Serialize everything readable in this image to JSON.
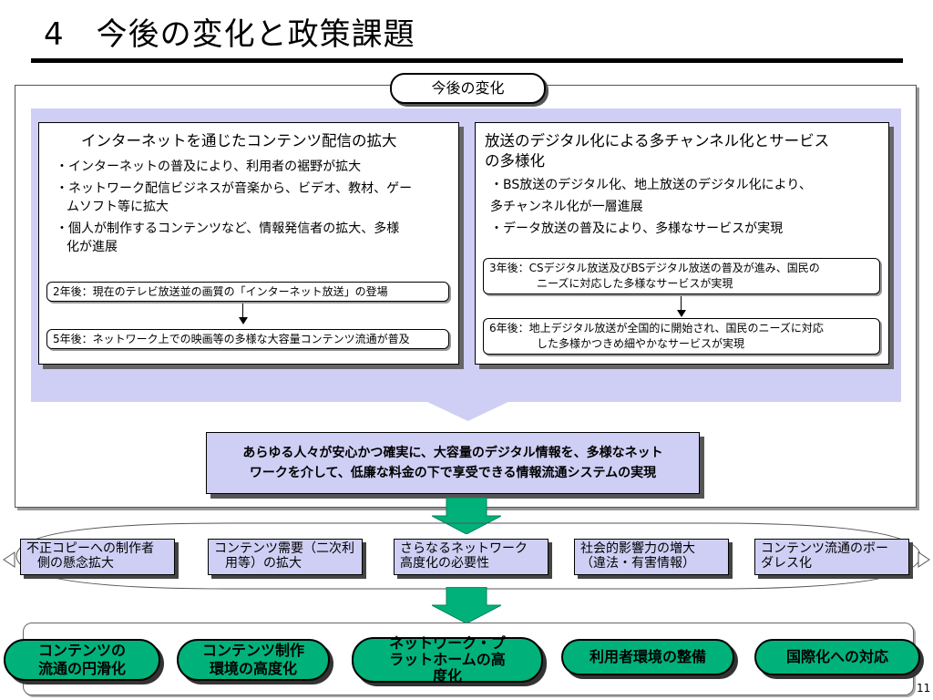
{
  "title": "4　今後の変化と政策課題",
  "future_label": "今後の変化",
  "left_panel": {
    "title": "インターネットを通じたコンテンツ配信の拡大",
    "bullets": [
      "・インターネットの普及により、利用者の裾野が拡大",
      "・ネットワーク配信ビジネスが音楽から、ビデオ、教材、ゲー",
      "ムソフト等に拡大",
      "・個人が制作するコンテンツなど、情報発信者の拡大、多様",
      "化が進展"
    ],
    "step1": "2年後：現在のテレビ放送並の画質の「インターネット放送」の登場",
    "step2": "5年後：ネットワーク上での映画等の多様な大容量コンテンツ流通が普及"
  },
  "right_panel": {
    "title_line1": "放送のデジタル化による多チャンネル化とサービス",
    "title_line2": "の多様化",
    "bullets": [
      "・BS放送のデジタル化、地上放送のデジタル化により、",
      "多チャンネル化が一層進展",
      "・データ放送の普及により、多様なサービスが実現"
    ],
    "step1_line1": "3年後：CSデジタル放送及びBSデジタル放送の普及が進み、国民の",
    "step1_line2": "ニーズに対応した多様なサービスが実現",
    "step2_line1": "6年後：地上デジタル放送が全国的に開始され、国民のニーズに対応",
    "step2_line2": "した多様かつきめ細やかなサービスが実現"
  },
  "goal": {
    "line1": "あらゆる人々が安心かつ確実に、大容量のデジタル情報を、多様なネット",
    "line2": "ワークを介して、低廉な料金の下で享受できる情報流通システムの実現"
  },
  "issues": [
    {
      "line1": "不正コピーへの制作者",
      "line2": "側の懸念拡大"
    },
    {
      "line1": "コンテンツ需要（二次利",
      "line2": "用等）の拡大"
    },
    {
      "line1": "さらなるネットワーク",
      "line2": "高度化の必要性"
    },
    {
      "line1": "社会的影響力の増大",
      "line2": "（違法・有害情報）"
    },
    {
      "line1": "コンテンツ流通のボー",
      "line2": "ダレス化"
    }
  ],
  "policies": [
    {
      "line1": "コンテンツの",
      "line2": "流通の円滑化"
    },
    {
      "line1": "コンテンツ制作",
      "line2": "環境の高度化"
    },
    {
      "line1": "ネットワーク・プ",
      "line2": "ラットホームの高",
      "line3": "度化"
    },
    {
      "line1": "利用者環境の整備"
    },
    {
      "line1": "国際化への対応"
    }
  ],
  "page_number": "11",
  "colors": {
    "lavender": "#cfcff5",
    "green": "#00b27a"
  }
}
